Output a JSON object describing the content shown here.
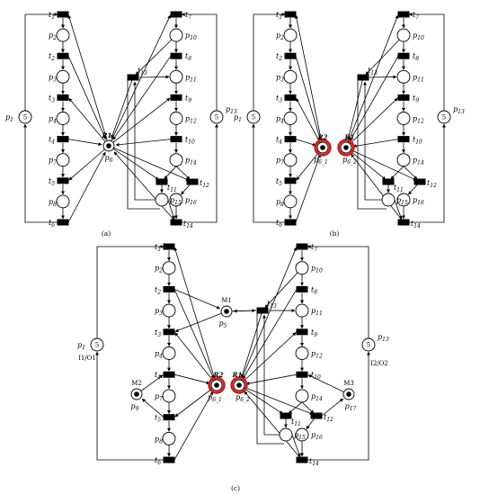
{
  "captions": [
    "(a)",
    "(b)",
    "(c)"
  ],
  "resource_tokens": {
    "p13": "5",
    "p1": "5"
  },
  "colors": {
    "resource_ring": "#cc1f1f",
    "net": "#000000",
    "place_fill": "#ffffff",
    "transition": "#000000"
  },
  "net_a": {
    "left_transitions": [
      "t1",
      "t2",
      "t3",
      "t4",
      "t5",
      "t6"
    ],
    "left_places": [
      "p2",
      "p3",
      "p4",
      "p7",
      "p8"
    ],
    "right_transitions": [
      "t7",
      "t8",
      "t9",
      "t10"
    ],
    "right_places": [
      "p10",
      "p11",
      "p12",
      "p14"
    ],
    "p1": "p1",
    "p13": "p13",
    "shared_resource": "R1",
    "shared_place": "p6",
    "t13": "t13",
    "t11": "t11",
    "t12": "t12",
    "t14": "t14",
    "p15": "p15",
    "p16": "p16"
  },
  "net_b": {
    "left_transitions": [
      "t1",
      "t2",
      "t3",
      "t4",
      "t5",
      "t6"
    ],
    "left_places": [
      "p2",
      "p3",
      "p4",
      "p7",
      "p8"
    ],
    "right_transitions": [
      "t7",
      "t8",
      "t9",
      "t10"
    ],
    "right_places": [
      "p10",
      "p11",
      "p12",
      "p14"
    ],
    "p1": "p1",
    "p13": "p13",
    "resource_left": "R2",
    "place_left": "p6_1",
    "resource_right": "R1",
    "place_right": "p6_2",
    "t13": "t13",
    "t11": "t11",
    "t12": "t12",
    "t14": "t14",
    "p15": "p15",
    "p16": "p16"
  },
  "net_c": {
    "left_transitions": [
      "t1",
      "t2",
      "t3",
      "t4",
      "t5",
      "t6"
    ],
    "left_places": [
      "p2",
      "p3",
      "p4",
      "p7",
      "p8"
    ],
    "right_transitions": [
      "t7",
      "t8",
      "t9",
      "t10"
    ],
    "right_places": [
      "p10",
      "p11",
      "p12",
      "p14"
    ],
    "p1": "p1",
    "p13": "p13",
    "io_left": "I1/O1",
    "io_right": "I2/O2",
    "m1": "M1",
    "p5": "p5",
    "m2": "M2",
    "p9": "p9",
    "m3": "M3",
    "p17": "p17",
    "resource_left": "R2",
    "place_left": "p6_1",
    "resource_right": "R1",
    "place_right": "p6_2",
    "t13": "t13",
    "t11": "t11",
    "t12": "t12",
    "t14": "t14",
    "p15": "p15",
    "p16": "p16"
  }
}
